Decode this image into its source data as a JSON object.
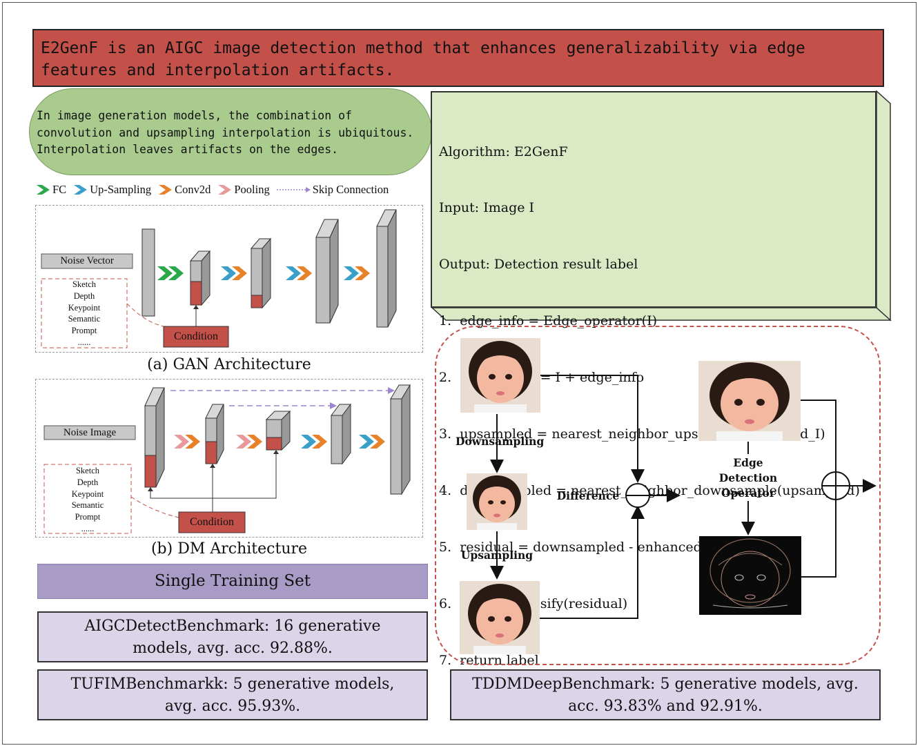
{
  "title": "E2GenF is an AIGC image detection method that enhances generalizability via edge features and interpolation artifacts.",
  "intro": "In image generation models, the combination of convolution and upsampling interpolation is ubiquitous. Interpolation leaves artifacts on the edges.",
  "legend": {
    "fc": "FC",
    "up_sampling": "Up-Sampling",
    "conv2d": "Conv2d",
    "pooling": "Pooling",
    "skip_connection": "Skip Connection"
  },
  "gan": {
    "input_label": "Noise Vector",
    "condition_inputs": [
      "Sketch",
      "Depth",
      "Keypoint",
      "Semantic",
      "Prompt",
      "......"
    ],
    "condition_label": "Condition",
    "caption": "(a) GAN Architecture"
  },
  "dm": {
    "input_label": "Noise Image",
    "condition_inputs": [
      "Sketch",
      "Depth",
      "Keypoint",
      "Semantic",
      "Prompt",
      "......"
    ],
    "condition_label": "Condition",
    "caption": "(b) DM Architecture"
  },
  "algorithm": {
    "lines": [
      "Algorithm: E2GenF",
      "Input: Image I",
      "Output: Detection result label",
      "1.  edge_info = Edge_operator(I)",
      "2.  enhanced_I = I + edge_info",
      "3.  upsampled = nearest_neighbor_upsample(enhanced_I)",
      "4.  downsampled = nearest_neighbor_downsample(upsampled)",
      "5.  residual = downsampled - enhanced_I",
      "6.  label = Classify(residual)",
      "7.  return label"
    ]
  },
  "pipeline": {
    "downsampling": "Downsampling",
    "upsampling": "Upsampling",
    "difference": "Difference",
    "edge_detection": "Edge Detection Operator"
  },
  "training": {
    "header": "Single Training Set",
    "bench1": "AIGCDetectBenchmark: 16 generative models, avg. acc. 92.88%.",
    "bench2": "TUFIMBenchmarkk: 5 generative models, avg. acc. 95.93%.",
    "bench3": "TDDMDeepBenchmark: 5 generative models, avg. acc. 93.83% and 92.91%."
  },
  "colors": {
    "banner": "#c4504a",
    "intro": "#a9cc8e",
    "algo": "#dbe9c5",
    "purple": "#a89bc5",
    "bench": "#dcd4e9",
    "fc": "#2aa84a",
    "up": "#3aa0c8",
    "conv": "#e8822a",
    "pool": "#e89a9a",
    "skip": "#9c86cf",
    "condition": "#c4504a"
  }
}
